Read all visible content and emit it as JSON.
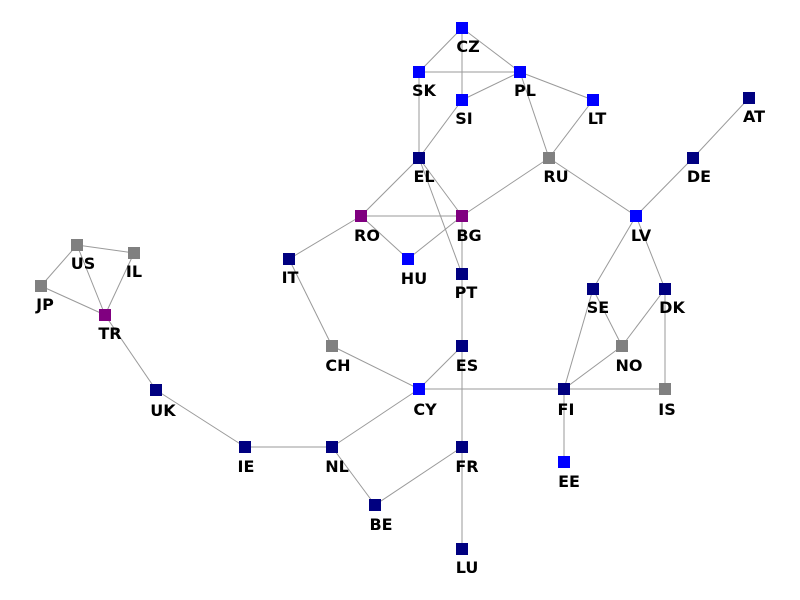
{
  "colors": {
    "navy": "#000080",
    "blue": "#0000ff",
    "gray": "#808080",
    "purple": "#800080",
    "edge": "#9a9a9a"
  },
  "nodes": [
    {
      "id": "CZ",
      "label": "CZ",
      "color": "blue"
    },
    {
      "id": "SK",
      "label": "SK",
      "color": "blue"
    },
    {
      "id": "PL",
      "label": "PL",
      "color": "blue"
    },
    {
      "id": "SI",
      "label": "SI",
      "color": "blue"
    },
    {
      "id": "LT",
      "label": "LT",
      "color": "blue"
    },
    {
      "id": "AT",
      "label": "AT",
      "color": "navy"
    },
    {
      "id": "EL",
      "label": "EL",
      "color": "navy"
    },
    {
      "id": "RU",
      "label": "RU",
      "color": "gray"
    },
    {
      "id": "DE",
      "label": "DE",
      "color": "navy"
    },
    {
      "id": "RO",
      "label": "RO",
      "color": "purple"
    },
    {
      "id": "BG",
      "label": "BG",
      "color": "purple"
    },
    {
      "id": "LV",
      "label": "LV",
      "color": "blue"
    },
    {
      "id": "US",
      "label": "US",
      "color": "gray"
    },
    {
      "id": "IL",
      "label": "IL",
      "color": "gray"
    },
    {
      "id": "JP",
      "label": "JP",
      "color": "gray"
    },
    {
      "id": "TR",
      "label": "TR",
      "color": "purple"
    },
    {
      "id": "IT",
      "label": "IT",
      "color": "navy"
    },
    {
      "id": "HU",
      "label": "HU",
      "color": "blue"
    },
    {
      "id": "PT",
      "label": "PT",
      "color": "navy"
    },
    {
      "id": "SE",
      "label": "SE",
      "color": "navy"
    },
    {
      "id": "DK",
      "label": "DK",
      "color": "navy"
    },
    {
      "id": "NO",
      "label": "NO",
      "color": "gray"
    },
    {
      "id": "CH",
      "label": "CH",
      "color": "gray"
    },
    {
      "id": "ES",
      "label": "ES",
      "color": "navy"
    },
    {
      "id": "UK",
      "label": "UK",
      "color": "navy"
    },
    {
      "id": "CY",
      "label": "CY",
      "color": "blue"
    },
    {
      "id": "FI",
      "label": "FI",
      "color": "navy"
    },
    {
      "id": "IS",
      "label": "IS",
      "color": "gray"
    },
    {
      "id": "IE",
      "label": "IE",
      "color": "navy"
    },
    {
      "id": "NL",
      "label": "NL",
      "color": "navy"
    },
    {
      "id": "FR",
      "label": "FR",
      "color": "navy"
    },
    {
      "id": "EE",
      "label": "EE",
      "color": "blue"
    },
    {
      "id": "BE",
      "label": "BE",
      "color": "navy"
    },
    {
      "id": "LU",
      "label": "LU",
      "color": "navy"
    }
  ],
  "edges": [
    [
      "CZ",
      "SK"
    ],
    [
      "CZ",
      "PL"
    ],
    [
      "CZ",
      "SI"
    ],
    [
      "SK",
      "PL"
    ],
    [
      "SI",
      "PL"
    ],
    [
      "SK",
      "EL"
    ],
    [
      "SI",
      "EL"
    ],
    [
      "PL",
      "LT"
    ],
    [
      "PL",
      "RU"
    ],
    [
      "LT",
      "RU"
    ],
    [
      "EL",
      "RO"
    ],
    [
      "EL",
      "BG"
    ],
    [
      "EL",
      "PT"
    ],
    [
      "RU",
      "BG"
    ],
    [
      "RU",
      "LV"
    ],
    [
      "AT",
      "DE"
    ],
    [
      "DE",
      "LV"
    ],
    [
      "RO",
      "BG"
    ],
    [
      "RO",
      "HU"
    ],
    [
      "HU",
      "BG"
    ],
    [
      "RO",
      "IT"
    ],
    [
      "BG",
      "PT"
    ],
    [
      "LV",
      "SE"
    ],
    [
      "LV",
      "DK"
    ],
    [
      "US",
      "IL"
    ],
    [
      "US",
      "JP"
    ],
    [
      "US",
      "TR"
    ],
    [
      "IL",
      "TR"
    ],
    [
      "JP",
      "TR"
    ],
    [
      "TR",
      "UK"
    ],
    [
      "IT",
      "CH"
    ],
    [
      "PT",
      "ES"
    ],
    [
      "CH",
      "CY"
    ],
    [
      "ES",
      "CY"
    ],
    [
      "ES",
      "FR"
    ],
    [
      "CY",
      "FI"
    ],
    [
      "CY",
      "NL"
    ],
    [
      "SE",
      "FI"
    ],
    [
      "SE",
      "NO"
    ],
    [
      "DK",
      "NO"
    ],
    [
      "DK",
      "IS"
    ],
    [
      "NO",
      "FI"
    ],
    [
      "FI",
      "IS"
    ],
    [
      "FI",
      "EE"
    ],
    [
      "UK",
      "IE"
    ],
    [
      "IE",
      "NL"
    ],
    [
      "NL",
      "BE"
    ],
    [
      "FR",
      "BE"
    ],
    [
      "FR",
      "LU"
    ]
  ]
}
